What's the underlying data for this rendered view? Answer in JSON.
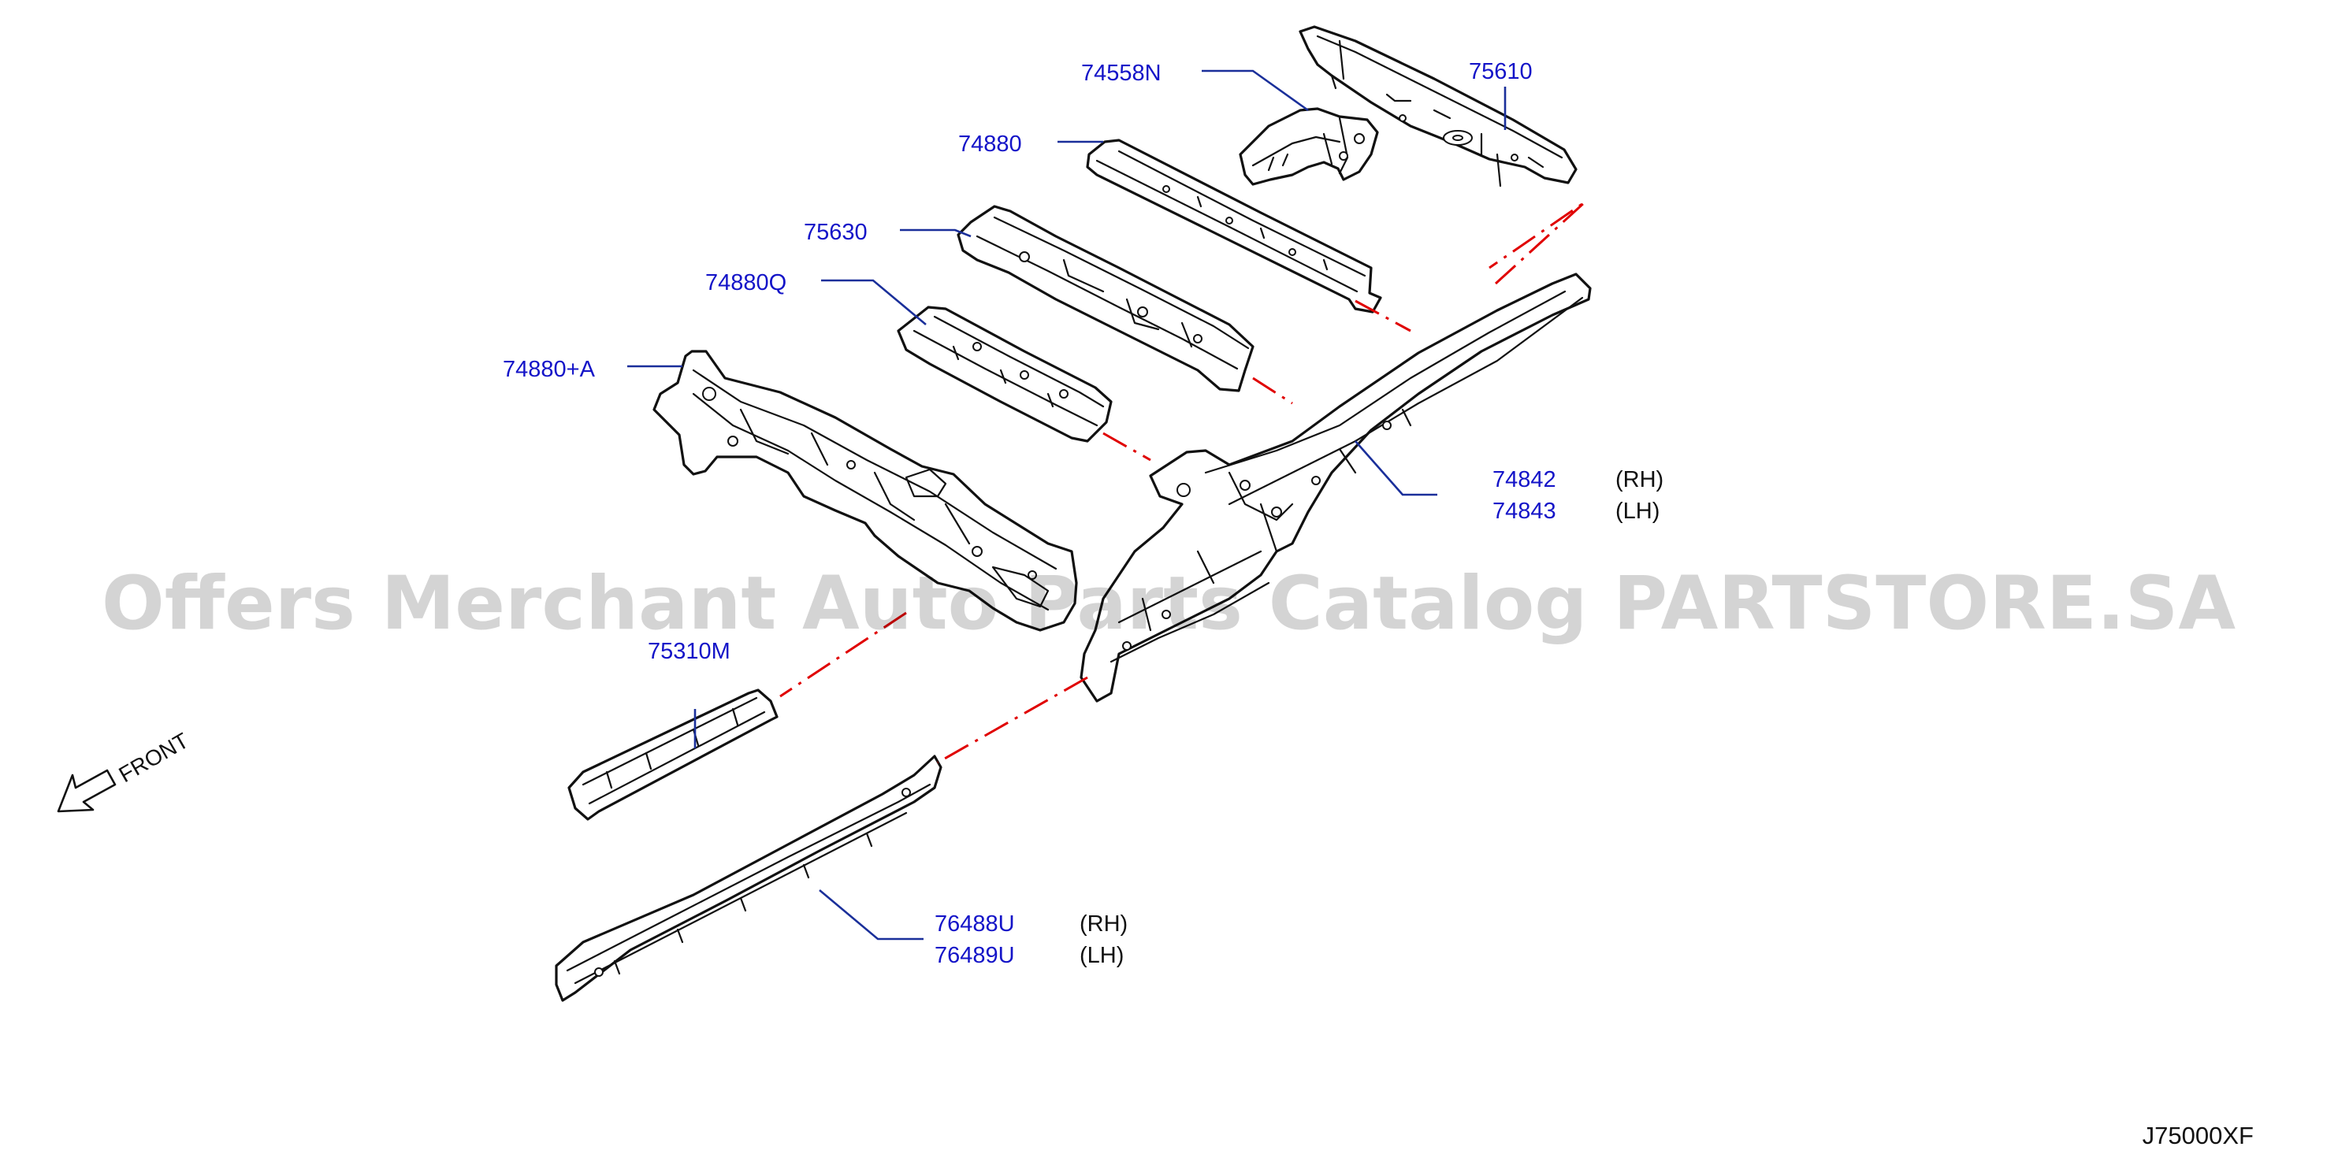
{
  "parts": [
    {
      "id": "p74558N",
      "number": "74558N",
      "side": ""
    },
    {
      "id": "p75610",
      "number": "75610",
      "side": ""
    },
    {
      "id": "p74880",
      "number": "74880",
      "side": ""
    },
    {
      "id": "p75630",
      "number": "75630",
      "side": ""
    },
    {
      "id": "p74880Q",
      "number": "74880Q",
      "side": ""
    },
    {
      "id": "p74880A",
      "number": "74880+A",
      "side": ""
    },
    {
      "id": "p74842",
      "number": "74842",
      "side": "(RH)"
    },
    {
      "id": "p74843",
      "number": "74843",
      "side": "(LH)"
    },
    {
      "id": "p75310M",
      "number": "75310M",
      "side": ""
    },
    {
      "id": "p76488U",
      "number": "76488U",
      "side": "(RH)"
    },
    {
      "id": "p76489U",
      "number": "76489U",
      "side": "(LH)"
    }
  ],
  "front_label": "FRONT",
  "diagram_code": "J75000XF",
  "watermark": "Offers Merchant Auto Parts Catalog PARTSTORE.SA",
  "colors": {
    "part_number": "#1414c8",
    "leader_line": "#1a2f9a",
    "phantom_line": "#e00000",
    "drawing": "#111111"
  },
  "icons": {
    "front_arrow": "front-arrow-icon"
  }
}
